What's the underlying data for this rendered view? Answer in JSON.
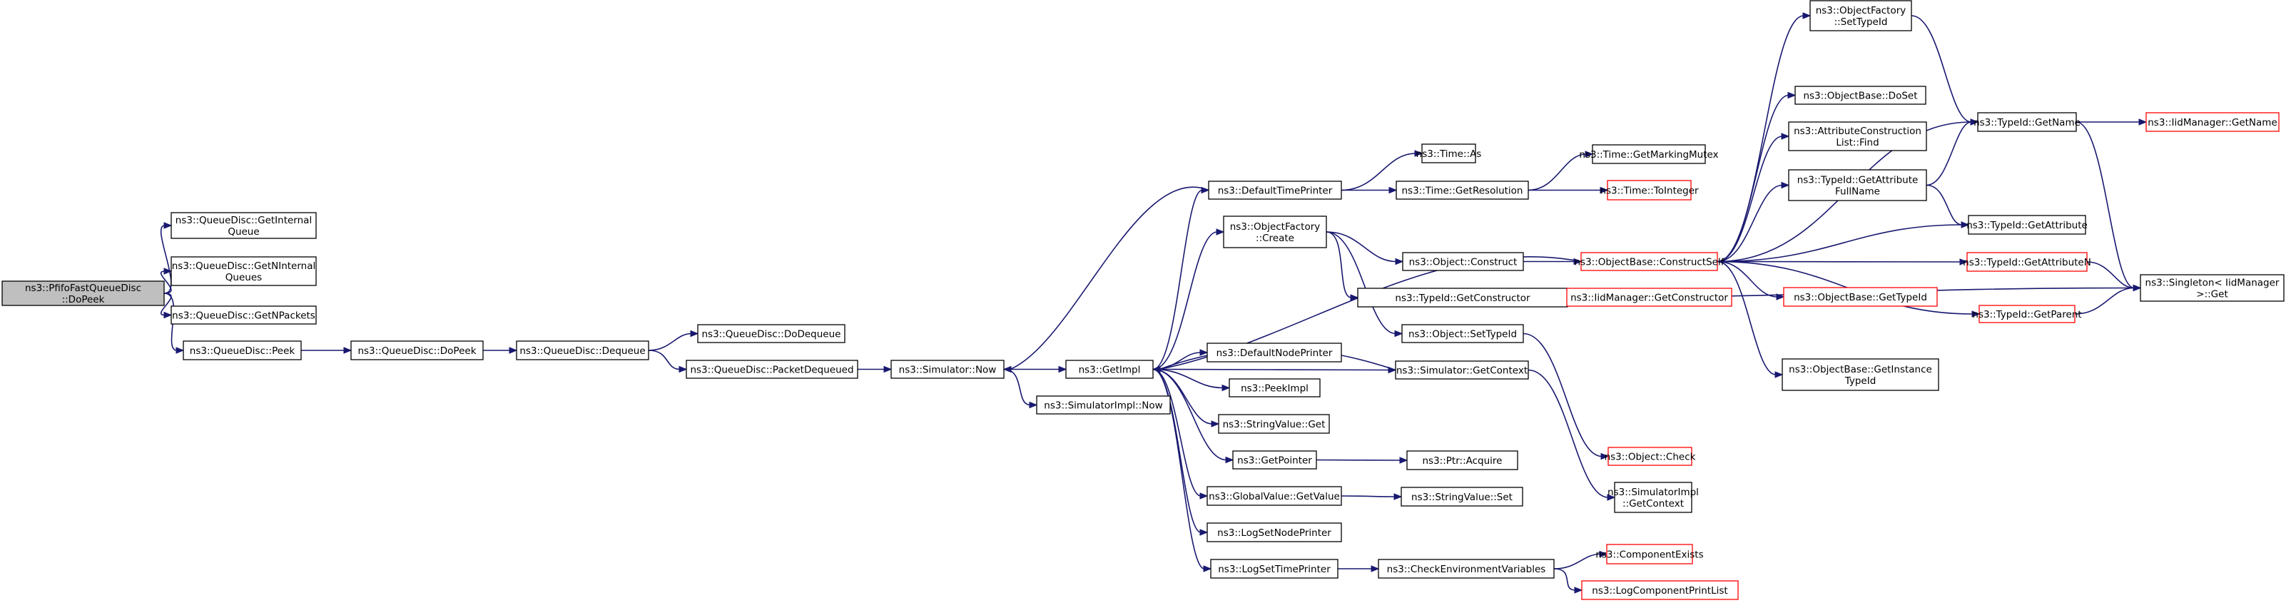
{
  "graph": {
    "colors": {
      "edge": "#191970",
      "truncated_border": "#ff0000",
      "root_fill": "#bfbfbf",
      "node_border": "#000000"
    },
    "nodes": [
      {
        "id": "root",
        "lines": [
          "ns3::PfifoFastQueueDisc",
          "::DoPeek"
        ],
        "root": true
      },
      {
        "id": "gip",
        "lines": [
          "ns3::QueueDisc::GetInternal",
          "Queue"
        ]
      },
      {
        "id": "gniq",
        "lines": [
          "ns3::QueueDisc::GetNInternal",
          "Queues"
        ]
      },
      {
        "id": "gnp",
        "lines": [
          "ns3::QueueDisc::GetNPackets"
        ]
      },
      {
        "id": "peek",
        "lines": [
          "ns3::QueueDisc::Peek"
        ]
      },
      {
        "id": "dopeek",
        "lines": [
          "ns3::QueueDisc::DoPeek"
        ]
      },
      {
        "id": "deq",
        "lines": [
          "ns3::QueueDisc::Dequeue"
        ]
      },
      {
        "id": "dodeq",
        "lines": [
          "ns3::QueueDisc::DoDequeue"
        ]
      },
      {
        "id": "pdeq",
        "lines": [
          "ns3::QueueDisc::PacketDequeued"
        ]
      },
      {
        "id": "now",
        "lines": [
          "ns3::Simulator::Now"
        ]
      },
      {
        "id": "getimpl",
        "lines": [
          "ns3::GetImpl"
        ]
      },
      {
        "id": "simnow",
        "lines": [
          "ns3::SimulatorImpl::Now"
        ]
      },
      {
        "id": "dtp",
        "lines": [
          "ns3::DefaultTimePrinter"
        ]
      },
      {
        "id": "timeas",
        "lines": [
          "ns3::Time::As"
        ]
      },
      {
        "id": "getres",
        "lines": [
          "ns3::Time::GetResolution"
        ]
      },
      {
        "id": "gmm",
        "lines": [
          "ns3::Time::GetMarkingMutex"
        ]
      },
      {
        "id": "toint",
        "lines": [
          "ns3::Time::ToInteger"
        ],
        "trunc": true
      },
      {
        "id": "ofcreate",
        "lines": [
          "ns3::ObjectFactory",
          "::Create"
        ]
      },
      {
        "id": "objconst",
        "lines": [
          "ns3::Object::Construct"
        ]
      },
      {
        "id": "tidgc",
        "lines": [
          "ns3::TypeId::GetConstructor"
        ]
      },
      {
        "id": "setti",
        "lines": [
          "ns3::Object::SetTypeId"
        ]
      },
      {
        "id": "dnp",
        "lines": [
          "ns3::DefaultNodePrinter"
        ]
      },
      {
        "id": "getctx",
        "lines": [
          "ns3::Simulator::GetContext"
        ]
      },
      {
        "id": "peekimpl",
        "lines": [
          "ns3::PeekImpl"
        ]
      },
      {
        "id": "svget",
        "lines": [
          "ns3::StringValue::Get"
        ]
      },
      {
        "id": "getptr",
        "lines": [
          "ns3::GetPointer"
        ]
      },
      {
        "id": "acquire",
        "lines": [
          "ns3::Ptr::Acquire"
        ]
      },
      {
        "id": "gvget",
        "lines": [
          "ns3::GlobalValue::GetValue"
        ]
      },
      {
        "id": "svset",
        "lines": [
          "ns3::StringValue::Set"
        ]
      },
      {
        "id": "lsnp",
        "lines": [
          "ns3::LogSetNodePrinter"
        ]
      },
      {
        "id": "lstp",
        "lines": [
          "ns3::LogSetTimePrinter"
        ]
      },
      {
        "id": "cev",
        "lines": [
          "ns3::CheckEnvironmentVariables"
        ]
      },
      {
        "id": "compex",
        "lines": [
          "ns3::ComponentExists"
        ],
        "trunc": true
      },
      {
        "id": "lcpl",
        "lines": [
          "ns3::LogComponentPrintList"
        ],
        "trunc": true
      },
      {
        "id": "objcheck",
        "lines": [
          "ns3::Object::Check"
        ],
        "trunc": true
      },
      {
        "id": "simimplctx",
        "lines": [
          "ns3::SimulatorImpl",
          "::GetContext"
        ]
      },
      {
        "id": "obcs",
        "lines": [
          "ns3::ObjectBase::ConstructSelf"
        ],
        "trunc": true
      },
      {
        "id": "iidgc",
        "lines": [
          "ns3::IidManager::GetConstructor"
        ],
        "trunc": true
      },
      {
        "id": "ofsti",
        "lines": [
          "ns3::ObjectFactory",
          "::SetTypeId"
        ]
      },
      {
        "id": "obdoset",
        "lines": [
          "ns3::ObjectBase::DoSet"
        ]
      },
      {
        "id": "aclfind",
        "lines": [
          "ns3::AttributeConstruction",
          "List::Find"
        ]
      },
      {
        "id": "tidgafn",
        "lines": [
          "ns3::TypeId::GetAttribute",
          "FullName"
        ]
      },
      {
        "id": "obgti",
        "lines": [
          "ns3::ObjectBase::GetTypeId"
        ],
        "trunc": true
      },
      {
        "id": "obgiti",
        "lines": [
          "ns3::ObjectBase::GetInstance",
          "TypeId"
        ]
      },
      {
        "id": "tidgn",
        "lines": [
          "ns3::TypeId::GetName"
        ]
      },
      {
        "id": "iidgn",
        "lines": [
          "ns3::IidManager::GetName"
        ],
        "trunc": true
      },
      {
        "id": "tidga",
        "lines": [
          "ns3::TypeId::GetAttribute"
        ]
      },
      {
        "id": "tidgan",
        "lines": [
          "ns3::TypeId::GetAttributeN"
        ],
        "trunc": true
      },
      {
        "id": "tidgp",
        "lines": [
          "ns3::TypeId::GetParent"
        ],
        "trunc": true
      },
      {
        "id": "singleton",
        "lines": [
          "ns3::Singleton< IidManager",
          ">::Get"
        ]
      }
    ],
    "edges": [
      [
        "root",
        "gip"
      ],
      [
        "root",
        "gniq"
      ],
      [
        "root",
        "gnp"
      ],
      [
        "root",
        "peek"
      ],
      [
        "peek",
        "dopeek"
      ],
      [
        "dopeek",
        "deq"
      ],
      [
        "deq",
        "dodeq"
      ],
      [
        "deq",
        "pdeq"
      ],
      [
        "pdeq",
        "now"
      ],
      [
        "now",
        "getimpl"
      ],
      [
        "now",
        "simnow"
      ],
      [
        "getimpl",
        "dtp"
      ],
      [
        "getimpl",
        "ofcreate"
      ],
      [
        "getimpl",
        "dnp"
      ],
      [
        "getimpl",
        "getctx"
      ],
      [
        "getimpl",
        "peekimpl"
      ],
      [
        "getimpl",
        "svget"
      ],
      [
        "getimpl",
        "getptr"
      ],
      [
        "getimpl",
        "gvget"
      ],
      [
        "getimpl",
        "lsnp"
      ],
      [
        "getimpl",
        "lstp"
      ],
      [
        "dtp",
        "now"
      ],
      [
        "dtp",
        "timeas"
      ],
      [
        "dtp",
        "getres"
      ],
      [
        "getres",
        "gmm"
      ],
      [
        "getres",
        "toint"
      ],
      [
        "ofcreate",
        "objconst"
      ],
      [
        "ofcreate",
        "tidgc"
      ],
      [
        "ofcreate",
        "setti"
      ],
      [
        "getctx",
        "getimpl"
      ],
      [
        "getctx",
        "simimplctx"
      ],
      [
        "getptr",
        "acquire"
      ],
      [
        "gvget",
        "svset"
      ],
      [
        "lstp",
        "cev"
      ],
      [
        "cev",
        "compex"
      ],
      [
        "cev",
        "lcpl"
      ],
      [
        "objconst",
        "obcs"
      ],
      [
        "tidgc",
        "iidgc"
      ],
      [
        "tidgc",
        "singleton"
      ],
      [
        "setti",
        "objcheck"
      ],
      [
        "obcs",
        "getimpl"
      ],
      [
        "obcs",
        "ofsti"
      ],
      [
        "obcs",
        "obdoset"
      ],
      [
        "obcs",
        "aclfind"
      ],
      [
        "obcs",
        "tidgafn"
      ],
      [
        "obcs",
        "obgti"
      ],
      [
        "obcs",
        "obgiti"
      ],
      [
        "obcs",
        "tidgn"
      ],
      [
        "obcs",
        "tidga"
      ],
      [
        "obcs",
        "tidgan"
      ],
      [
        "obcs",
        "tidgp"
      ],
      [
        "ofsti",
        "tidgn"
      ],
      [
        "tidgafn",
        "tidgn"
      ],
      [
        "tidgafn",
        "tidga"
      ],
      [
        "tidgn",
        "iidgn"
      ],
      [
        "tidgn",
        "singleton"
      ],
      [
        "tidgan",
        "singleton"
      ],
      [
        "tidgp",
        "singleton"
      ]
    ]
  }
}
